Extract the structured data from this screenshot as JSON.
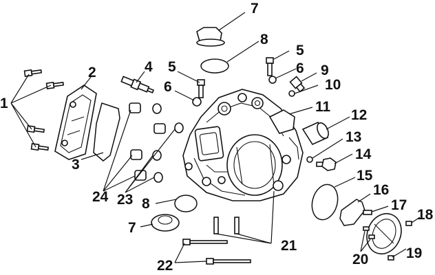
{
  "callouts": [
    {
      "id": "1",
      "text": "1"
    },
    {
      "id": "2",
      "text": "2"
    },
    {
      "id": "3",
      "text": "3"
    },
    {
      "id": "4",
      "text": "4"
    },
    {
      "id": "5a",
      "text": "5"
    },
    {
      "id": "5b",
      "text": "5"
    },
    {
      "id": "6a",
      "text": "6"
    },
    {
      "id": "6b",
      "text": "6"
    },
    {
      "id": "7a",
      "text": "7"
    },
    {
      "id": "7b",
      "text": "7"
    },
    {
      "id": "8a",
      "text": "8"
    },
    {
      "id": "8b",
      "text": "8"
    },
    {
      "id": "9",
      "text": "9"
    },
    {
      "id": "10",
      "text": "10"
    },
    {
      "id": "11",
      "text": "11"
    },
    {
      "id": "12",
      "text": "12"
    },
    {
      "id": "13",
      "text": "13"
    },
    {
      "id": "14",
      "text": "14"
    },
    {
      "id": "15",
      "text": "15"
    },
    {
      "id": "16",
      "text": "16"
    },
    {
      "id": "17",
      "text": "17"
    },
    {
      "id": "18",
      "text": "18"
    },
    {
      "id": "19",
      "text": "19"
    },
    {
      "id": "20",
      "text": "20"
    },
    {
      "id": "21",
      "text": "21"
    },
    {
      "id": "22",
      "text": "22"
    },
    {
      "id": "23",
      "text": "23"
    },
    {
      "id": "24",
      "text": "24"
    }
  ]
}
